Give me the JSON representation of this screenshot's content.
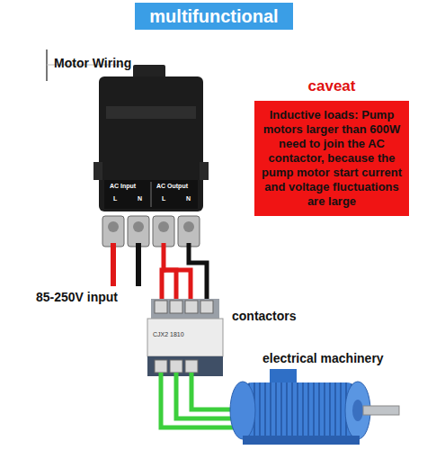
{
  "diagram": {
    "title": "multifunctional",
    "nodes": [
      {
        "text": [
          "caveat",
          "Inductive loads: Pump motors larger than 600W need to join the AC contactor, because the pump motor start current and voltage fluctuations are large"
        ]
      }
    ],
    "labels": [
      "Motor Wiring",
      "AC Input",
      "L",
      "N",
      "AC Output",
      "L",
      "N",
      "85-250V input",
      "contactors",
      "CJX2 1810",
      "electrical machinery"
    ]
  }
}
